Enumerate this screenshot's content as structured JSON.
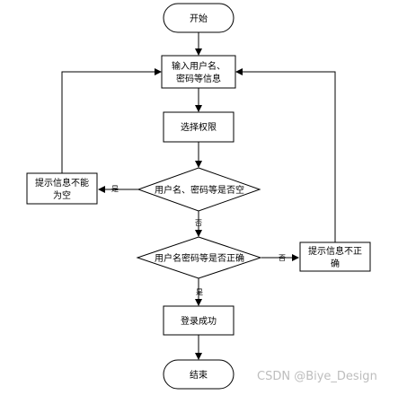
{
  "nodes": {
    "start": "开始",
    "input_line1": "输入用户名、",
    "input_line2": "密码等信息",
    "select": "选择权限",
    "check_empty": "用户名、密码等是否空",
    "tip_empty_line1": "提示信息不能",
    "tip_empty_line2": "为空",
    "check_correct": "用户名密码等是否正确",
    "tip_wrong_line1": "提示信息不正",
    "tip_wrong_line2": "确",
    "success": "登录成功",
    "end": "结束"
  },
  "edges": {
    "empty_yes": "是",
    "empty_no": "否",
    "correct_no": "否",
    "correct_yes": "是"
  },
  "watermark": "CSDN @Biye_Design"
}
